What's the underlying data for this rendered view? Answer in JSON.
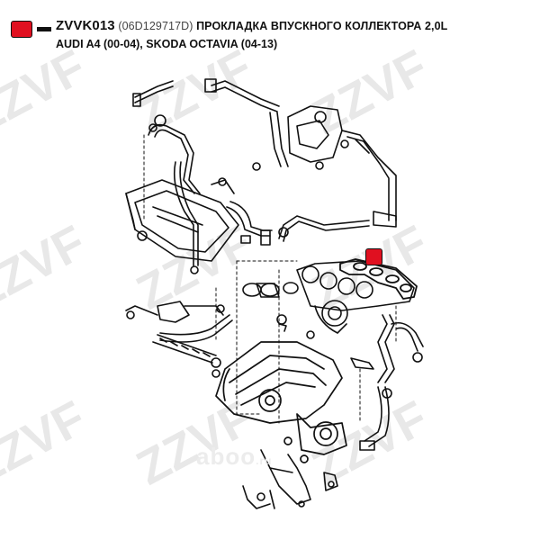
{
  "header": {
    "part_code": "ZVVK013",
    "oem_number": "(06D129717D)",
    "description": "ПРОКЛАДКА ВПУСКНОГО КОЛЛЕКТОРА 2,0L",
    "applicability": "AUDI A4 (00-04), SKODA OCTAVIA (04-13)"
  },
  "watermark": {
    "text": "ZZVF",
    "color": "#e6e6e6"
  },
  "site_mark": {
    "text": "aboo",
    "suffix": ".ru"
  },
  "colors": {
    "marker": "#e01020",
    "line_art": "#111111",
    "background": "#ffffff"
  }
}
